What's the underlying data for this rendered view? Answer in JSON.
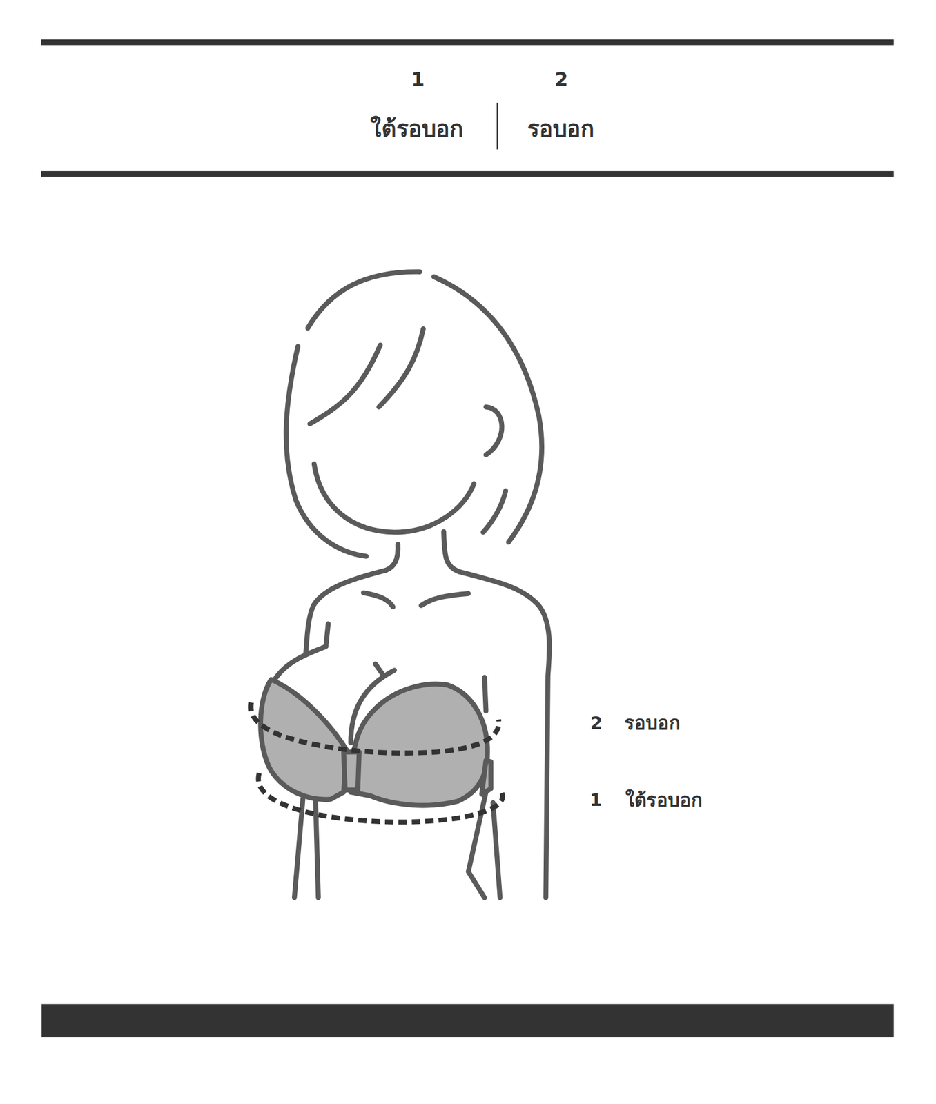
{
  "diagram": {
    "labels": [
      "1",
      "2",
      "ใต้รอบอก",
      "รอบอก",
      "2",
      "รอบอก",
      "1",
      "ใต้รอบอก"
    ]
  }
}
